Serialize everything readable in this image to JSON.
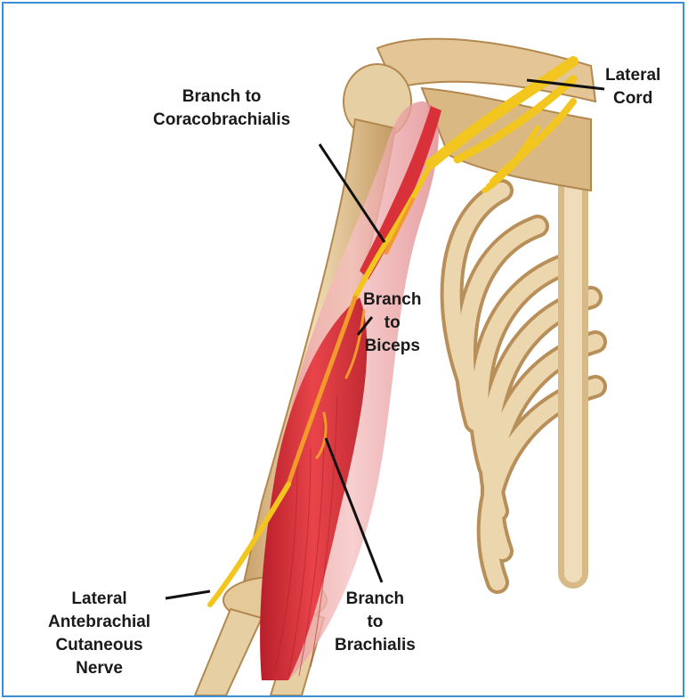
{
  "colors": {
    "border": "#3b8fd4",
    "bone": "#e7cfa4",
    "bone_shadow": "#b88f58",
    "muscle": "#d9313a",
    "muscle_light": "#eea0a2",
    "nerve": "#f2c61f",
    "nerve_orange": "#f39a2c",
    "leader": "#111111"
  },
  "labels": {
    "lateral_cord": [
      "Lateral",
      "Cord"
    ],
    "branch_coracobrachialis": [
      "Branch to",
      "Coracobrachialis"
    ],
    "branch_biceps": [
      "Branch",
      "to",
      "Biceps"
    ],
    "branch_brachialis": [
      "Branch",
      "to",
      "Brachialis"
    ],
    "lateral_antebrachial": [
      "Lateral",
      "Antebrachial",
      "Cutaneous",
      "Nerve"
    ]
  }
}
